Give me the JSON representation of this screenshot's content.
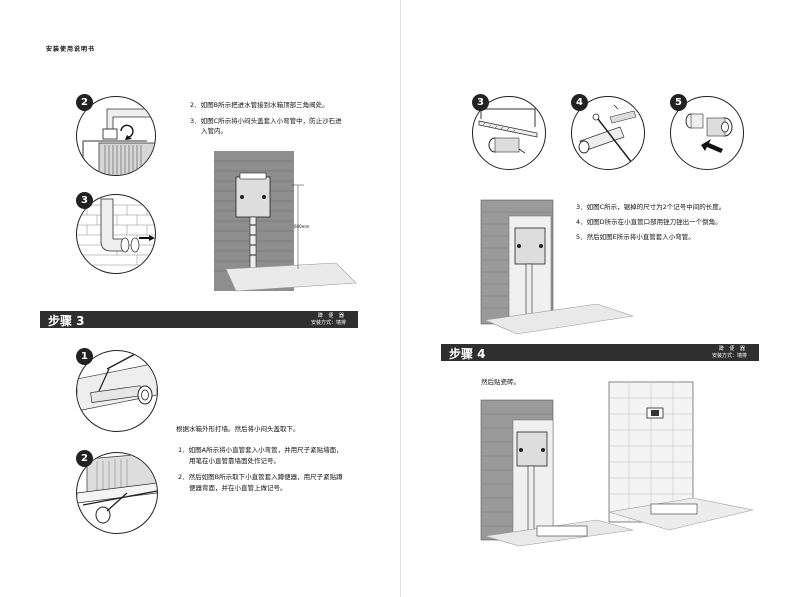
{
  "left_page": {
    "header": "安装使用说明书",
    "upper_steps": {
      "badge_2": "2",
      "badge_3": "3",
      "line1": "2．如图B所示把进水管接到水箱顶部三角阀处。",
      "line2": "3．如图C所示将小闷头盖套入小弯管中，防止沙石进",
      "line2b": "入管内。",
      "dimension_label": "600mm"
    },
    "step3_bar": {
      "title": "步骤 3",
      "meta_line1": "蹲 便 器",
      "meta_line2": "安装方式：墙排"
    },
    "lower_steps": {
      "badge_1": "1",
      "badge_2": "2",
      "intro": "根据水箱外形打墙。然后将小闷头盖取下。",
      "line1": "1．如图A所示将小直管套入小弯管，并用尺子紧贴墙面，",
      "line1b": "用笔在小直管靠墙面处作记号。",
      "line2": "2．然后如图B所示取下小直管套入蹲便器，用尺子紧贴蹲",
      "line2b": "便器背面，并在小直管上做记号。"
    }
  },
  "right_page": {
    "top_badges": {
      "b3": "3",
      "b4": "4",
      "b5": "5"
    },
    "steps": {
      "line3": "3．如图C所示，锯掉的尺寸为2个记号中间的长度。",
      "line4": "4．如图D所示在小直管口部用锉刀锉出一个倒角。",
      "line5": "5．然后如图E所示将小直管套入小弯管。"
    },
    "step4_bar": {
      "title": "步骤 4",
      "meta_line1": "蹲 便 器",
      "meta_line2": "安装方式：墙排"
    },
    "tile_note": "然后贴瓷砖。"
  }
}
